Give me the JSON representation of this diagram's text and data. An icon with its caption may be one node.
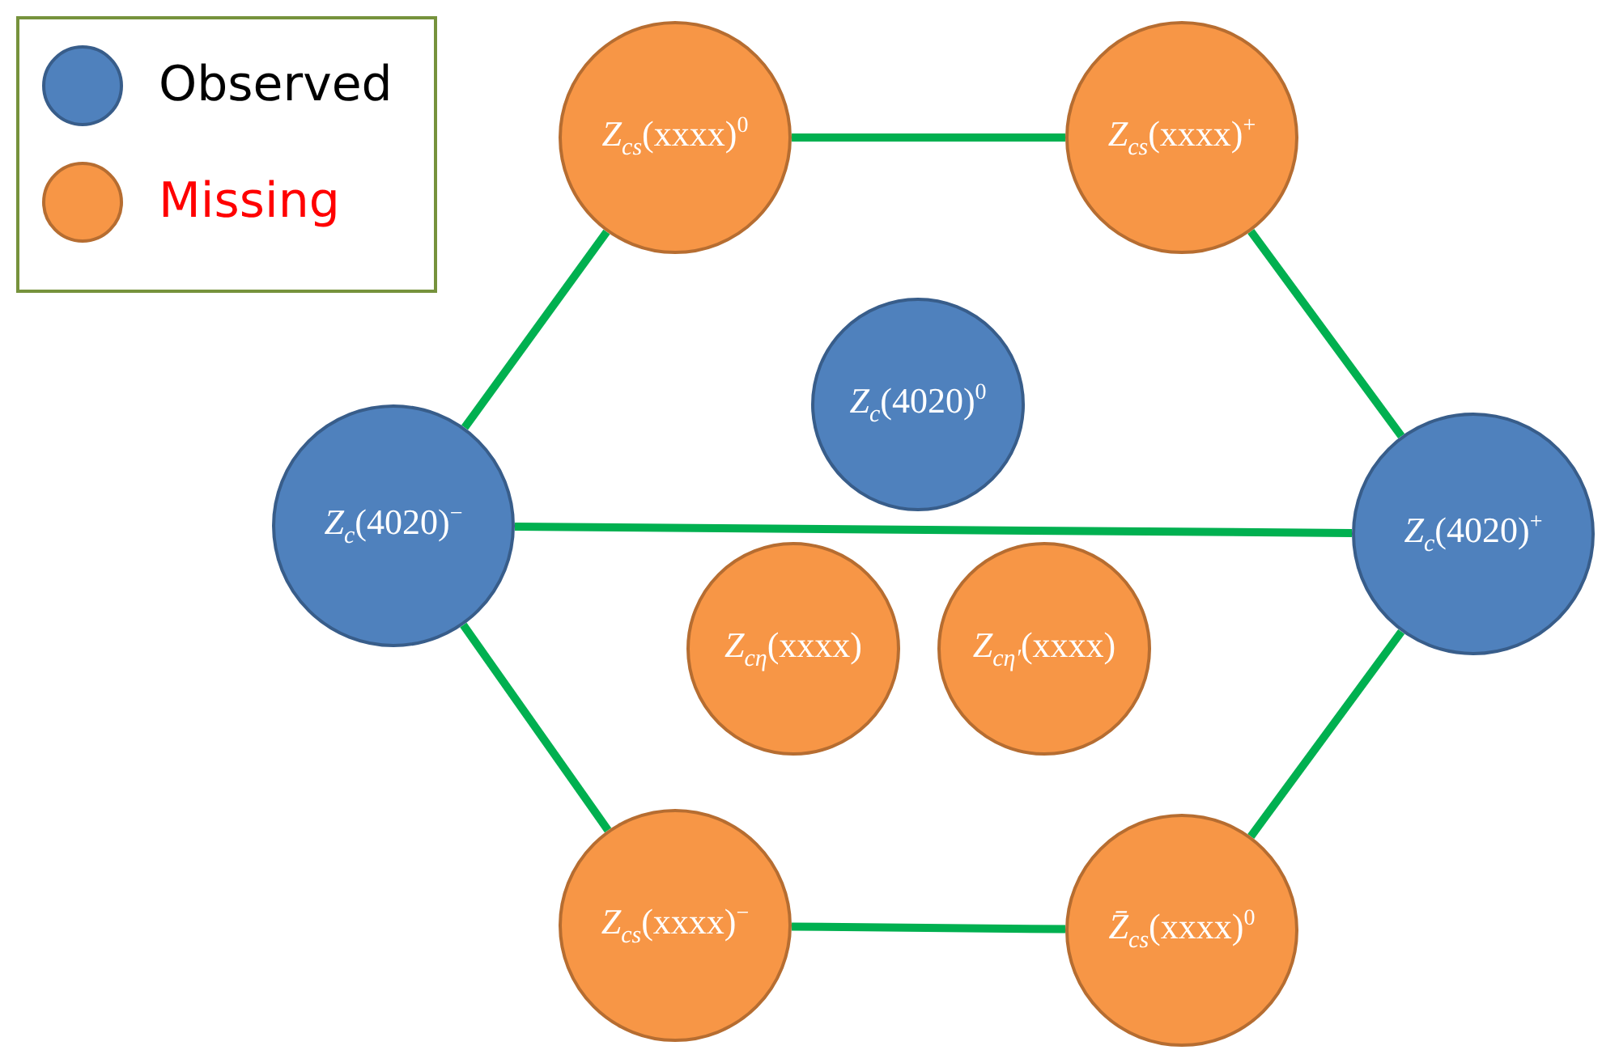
{
  "diagram": {
    "nodes": [
      {
        "text": [
          "*Z*$_{cs}$(xxxx)$^{0}$"
        ]
      },
      {
        "text": [
          "*Z*$_{cs}$(xxxx)$^{+}$"
        ]
      },
      {
        "text": [
          "*Z*$_{c}$(4020)$^{−}$"
        ]
      },
      {
        "text": [
          "*Z*$_{c}$(4020)$^{0}$"
        ]
      },
      {
        "text": [
          "*Z*$_{cη}$(xxxx)"
        ]
      },
      {
        "text": [
          "*Z*$_{cη′}$(xxxx)"
        ]
      },
      {
        "text": [
          "*Z*$_{c}$(4020)$^{+}$"
        ]
      },
      {
        "text": [
          "*Z*$_{cs}$(xxxx)$^{−}$"
        ]
      },
      {
        "text": [
          "*Z̄*$_{cs}$(xxxx)$^{0}$"
        ]
      }
    ],
    "edges": [
      {
        "from": 0,
        "to": 1,
        "arrow": "none"
      },
      {
        "from": 1,
        "to": 6,
        "arrow": "none"
      },
      {
        "from": 2,
        "to": 0,
        "arrow": "none"
      },
      {
        "from": 2,
        "to": 6,
        "arrow": "none"
      },
      {
        "from": 2,
        "to": 7,
        "arrow": "none"
      },
      {
        "from": 7,
        "to": 8,
        "arrow": "none"
      },
      {
        "from": 8,
        "to": 6,
        "arrow": "none"
      }
    ],
    "legend": [
      {
        "text": "Observed",
        "color": "#4f81bd"
      },
      {
        "text": "Missing",
        "color": "#f79646"
      }
    ]
  }
}
